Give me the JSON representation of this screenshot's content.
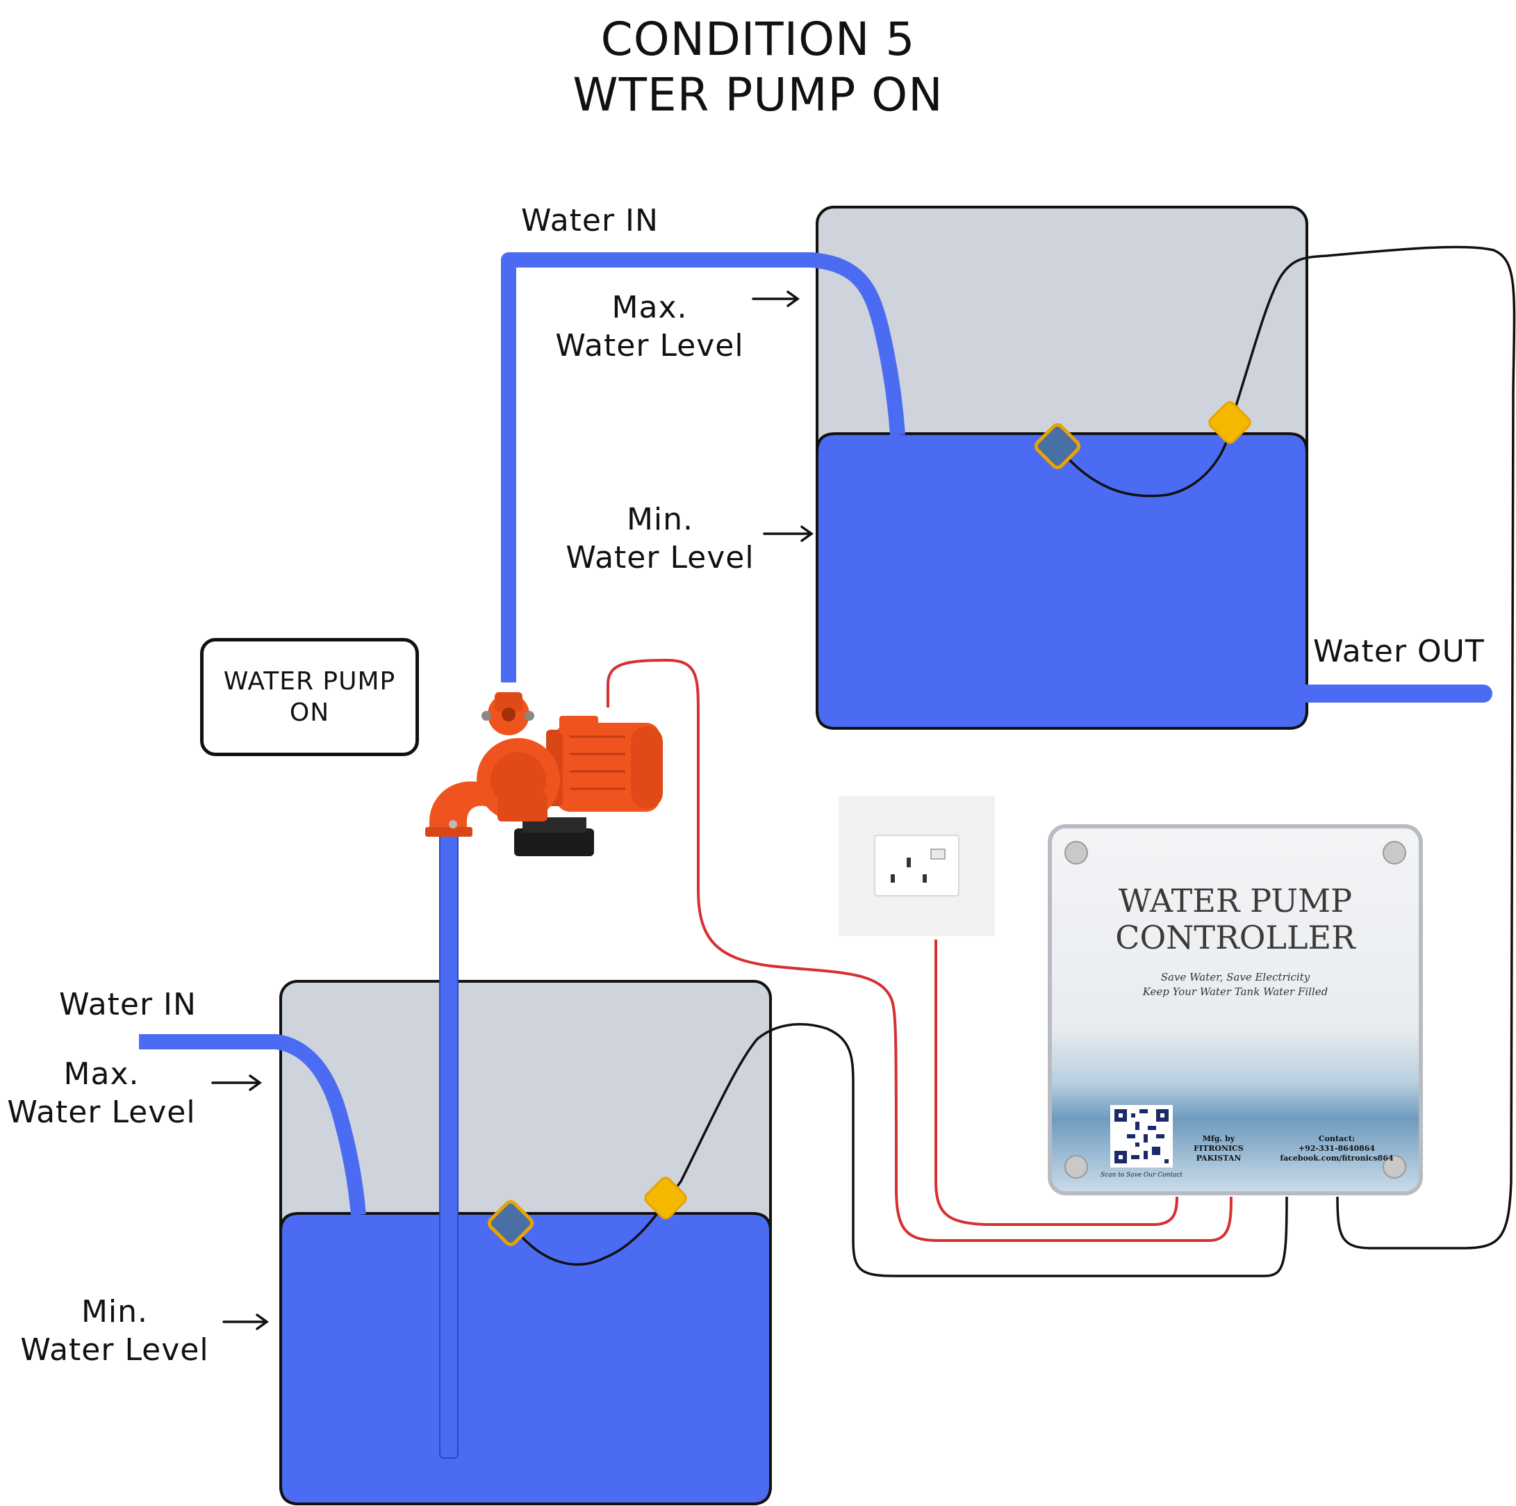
{
  "title": {
    "line1": "CONDITION 5",
    "line2": "WTER PUMP ON"
  },
  "status_box": {
    "line1": "WATER PUMP",
    "line2": "ON"
  },
  "upper_tank": {
    "water_in": "Water IN",
    "max_label_1": "Max.",
    "max_label_2": "Water Level",
    "min_label_1": "Min.",
    "min_label_2": "Water Level",
    "water_out": "Water OUT"
  },
  "lower_tank": {
    "water_in": "Water IN",
    "max_label_1": "Max.",
    "max_label_2": "Water Level",
    "min_label_1": "Min.",
    "min_label_2": "Water Level"
  },
  "controller": {
    "title_1": "WATER PUMP",
    "title_2": "CONTROLLER",
    "tagline_1": "Save Water, Save Electricity",
    "tagline_2": "Keep Your Water Tank Water Filled",
    "mfg_1": "Mfg. by",
    "mfg_2": "FITRONICS",
    "mfg_3": "PAKISTAN",
    "contact_1": "Contact:",
    "contact_2": "+92-331-8640864",
    "contact_3": "facebook.com/fitronics864",
    "scan_note": "Scan to Save Our Contact"
  },
  "colors": {
    "water": "#4b6cf2",
    "tank_empty": "#cfd4dc",
    "float_sensor_min": "#4a6fa5",
    "float_sensor_max": "#f5b800",
    "power_wire": "#d63030",
    "signal_wire": "#111111",
    "pump_body": "#f0541e"
  }
}
